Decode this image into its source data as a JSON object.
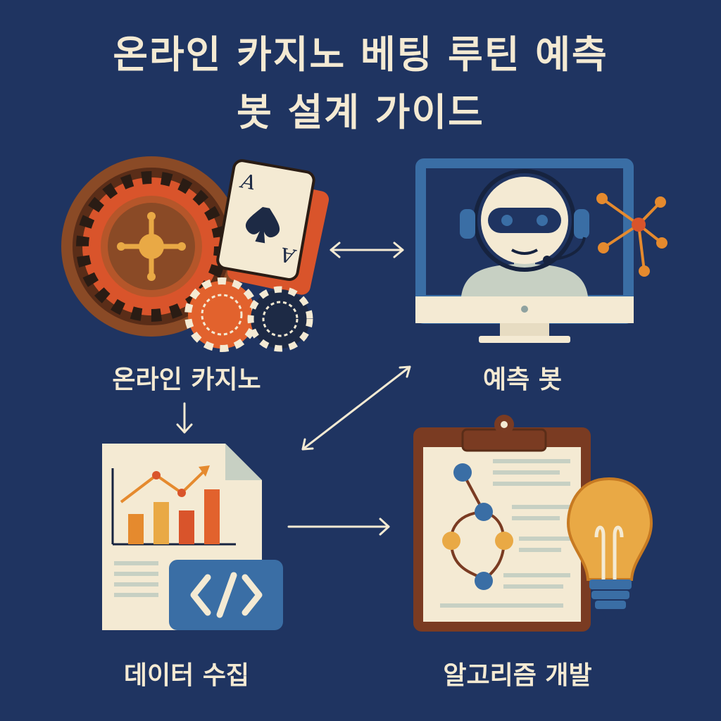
{
  "title": {
    "line1": "온라인 카지노 베팅 루틴 예측",
    "line2": "봇 설계 가이드"
  },
  "nodes": {
    "casino": "온라인 카지노",
    "bot": "예측 봇",
    "data": "데이터 수집",
    "algo": "알고리즘 개발"
  },
  "card": {
    "rank": "A"
  },
  "colors": {
    "background": "#1f3461",
    "cream": "#f4ead3",
    "orange": "#e58a2e",
    "red": "#d9542b",
    "blue": "#3a6ea5",
    "brown": "#7a3b22"
  }
}
